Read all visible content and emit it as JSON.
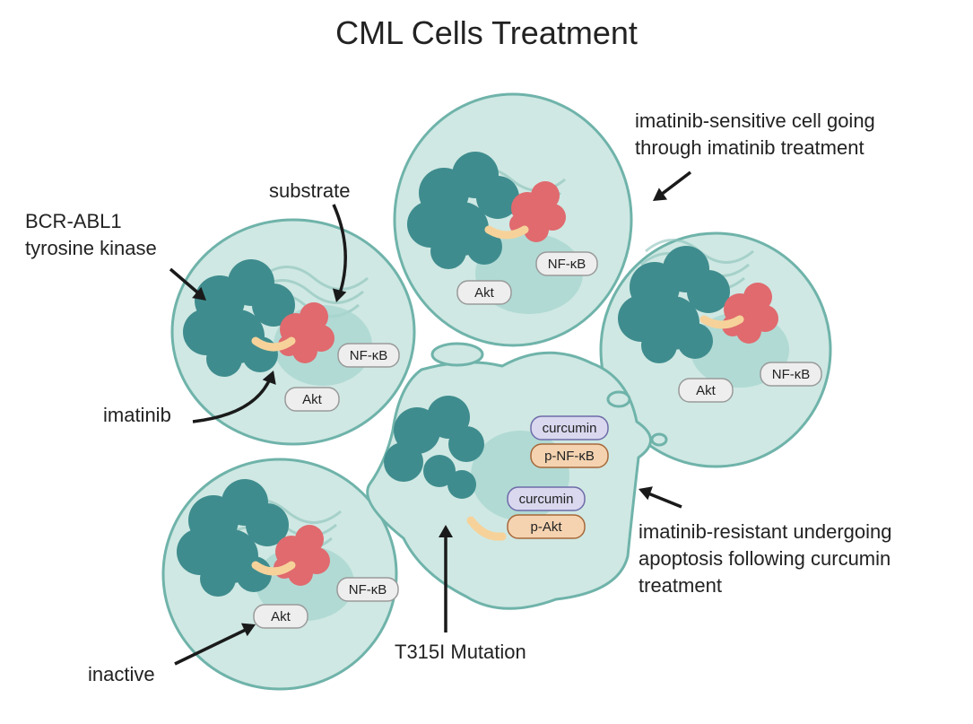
{
  "title": "CML Cells Treatment",
  "labels": {
    "bcr_abl1": [
      "BCR-ABL1",
      "tyrosine kinase"
    ],
    "substrate": "substrate",
    "imatinib": "imatinib",
    "inactive": "inactive",
    "t315i": "T315I Mutation",
    "sensitive": [
      "imatinib-sensitive cell going",
      "through imatinib treatment"
    ],
    "resistant": [
      "imatinib-resistant undergoing",
      "apoptosis following curcumin",
      "treatment"
    ]
  },
  "tags": {
    "nfkb": "NF-κB",
    "akt": "Akt",
    "curcumin": "curcumin",
    "p_nfkb": "p-NF-κB",
    "p_akt": "p-Akt"
  },
  "colors": {
    "cell_fill": "#cfe8e3",
    "cell_stroke": "#6fb3aa",
    "nucleus": "#a9d6cf",
    "kinase": "#3f8c8e",
    "substrate": "#e06a6e",
    "imatinib": "#f6d29a",
    "curcumin_fill": "#d9d8ef",
    "curcumin_stroke": "#6e6ba8",
    "phospho_fill": "#f5d3b0",
    "phospho_stroke": "#a6683a",
    "tag_fill": "#eeeeee",
    "tag_stroke": "#9a9a9a"
  }
}
